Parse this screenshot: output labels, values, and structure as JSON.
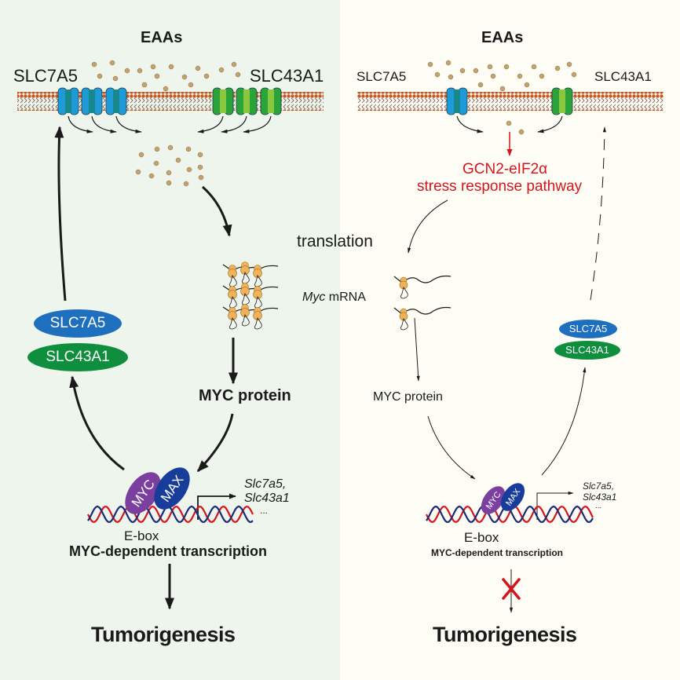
{
  "figure": {
    "colors": {
      "left_bg": "#edf5ec",
      "right_bg": "#fdfdf5",
      "slc7a5_blue": "#1e9ad8",
      "slc43a1_green": "#2aa338",
      "pill_blue": "#1f6fbf",
      "pill_green": "#0f8f3d",
      "myc_purple": "#7b3fa0",
      "max_navy": "#173c9a",
      "inhibition_red": "#d7141c",
      "membrane_orange": "#c9541e",
      "amino_acid": "#c4a26e",
      "ribosome": "#f0b25a",
      "dna_red": "#d7141c",
      "dna_blue": "#1b2a78"
    },
    "left_panel": {
      "eaas_label": "EAAs",
      "transporter_left_label": "SLC7A5",
      "transporter_right_label": "SLC43A1",
      "pill_slc7a5": "SLC7A5",
      "pill_slc43a1": "SLC43A1",
      "myc_mrna_label_italic": "Myc",
      "myc_mrna_label_rest": " mRNA",
      "myc_protein_label": "MYC protein",
      "myc_label": "MYC",
      "max_label": "MAX",
      "target_gene_1": "Slc7a5,",
      "target_gene_2": "Slc43a1",
      "target_gene_more": "...",
      "ebox_label": "E-box",
      "transcription_label": "MYC-dependent transcription",
      "outcome_label": "Tumorigenesis"
    },
    "center": {
      "translation_label": "translation"
    },
    "right_panel": {
      "eaas_label": "EAAs",
      "transporter_left_label": "SLC7A5",
      "transporter_right_label": "SLC43A1",
      "stress_pathway_line1": "GCN2-eIF2α",
      "stress_pathway_line2": "stress response pathway",
      "pill_slc7a5": "SLC7A5",
      "pill_slc43a1": "SLC43A1",
      "myc_protein_label": "MYC protein",
      "myc_label": "MYC",
      "max_label": "MAX",
      "target_gene_1": "Slc7a5,",
      "target_gene_2": "Slc43a1",
      "target_gene_more": "...",
      "ebox_label": "E-box",
      "transcription_label": "MYC-dependent transcription",
      "blocked_icon": "red-x-icon",
      "outcome_label": "Tumorigenesis"
    }
  }
}
